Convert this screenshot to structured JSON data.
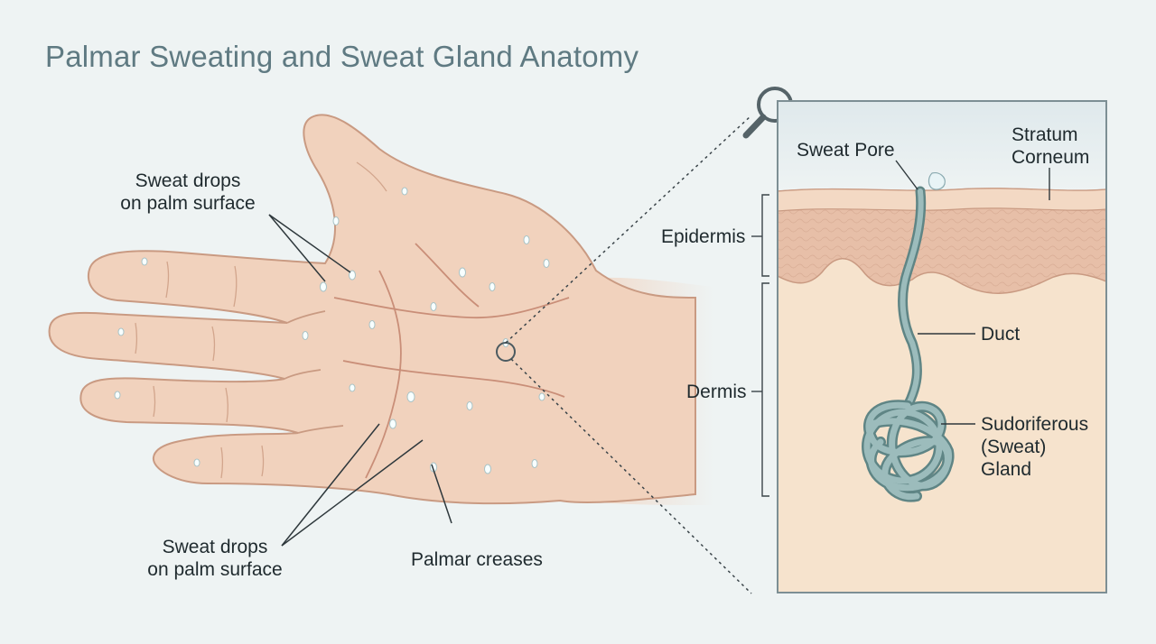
{
  "title": "Palmar Sweating and Sweat Gland Anatomy",
  "hand_labels": {
    "sweat_drops_top_line1": "Sweat drops",
    "sweat_drops_top_line2": "on palm surface",
    "sweat_drops_bottom_line1": "Sweat drops",
    "sweat_drops_bottom_line2": "on palm surface",
    "palmar_creases": "Palmar creases"
  },
  "skin_labels": {
    "sweat_pore": "Sweat Pore",
    "stratum_corneum_line1": "Stratum",
    "stratum_corneum_line2": "Corneum",
    "epidermis": "Epidermis",
    "dermis": "Dermis",
    "duct": "Duct",
    "gland_line1": "Sudoriferous",
    "gland_line2": "(Sweat)",
    "gland_line3": "Gland"
  },
  "colors": {
    "background": "#eef3f3",
    "skin": "#f1d2bd",
    "skin_outline": "#c99a82",
    "epidermis": "#e7bfa8",
    "dermis": "#f6e3cd",
    "gland": "#8fb0b0",
    "gland_outline": "#5f8585",
    "stratum": "#f3d9c4",
    "callout_line": "#3a4449"
  },
  "icons": [
    "magnifier-icon"
  ]
}
